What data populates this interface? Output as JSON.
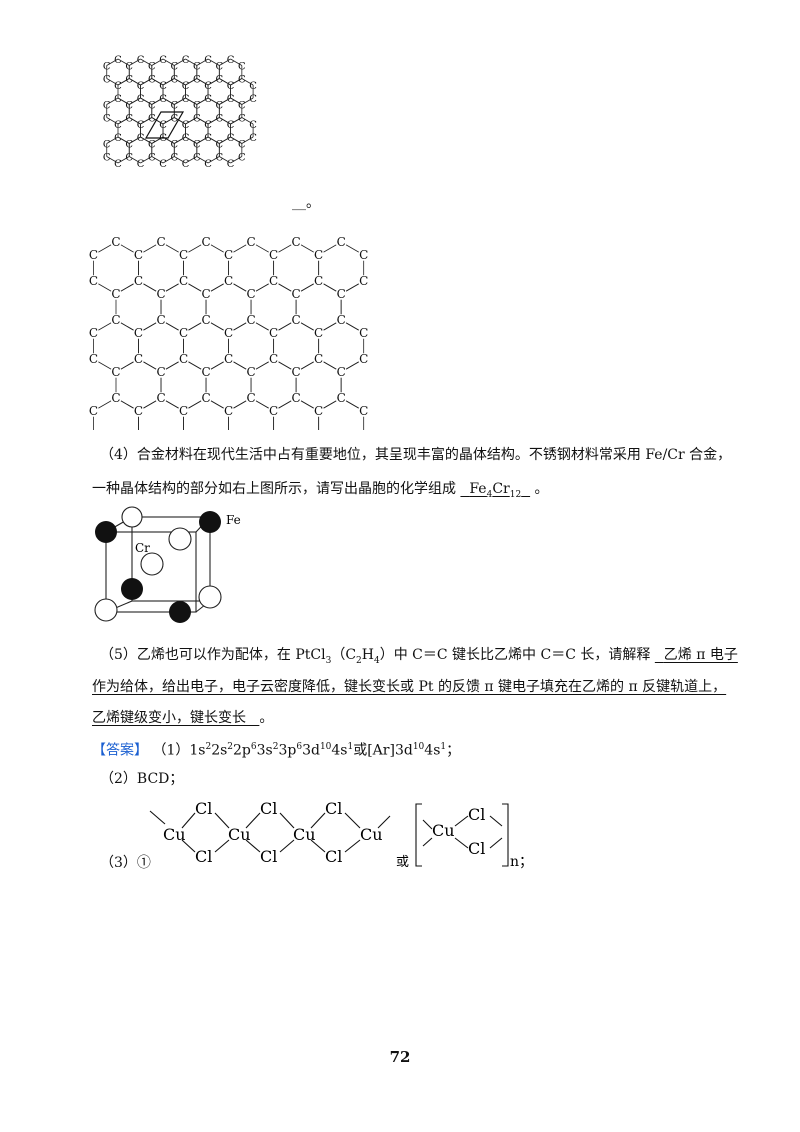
{
  "lattice1": {
    "atom": "C",
    "tail": "__。"
  },
  "lattice2": {
    "atom": "C"
  },
  "q4": {
    "line1": "（4）合金材料在现代生活中占有重要地位，其呈现丰富的晶体结构。不锈钢材料常采用 Fe/Cr 合金，",
    "line2_pre": "一种晶体结构的部分如右上图所示，请写出晶胞的化学组成",
    "answer_fe": "Fe",
    "answer_fe_sub": "4",
    "answer_cr": "Cr",
    "answer_cr_sub": "12",
    "end": "。"
  },
  "cell": {
    "fe_label": "Fe",
    "cr_label": "Cr"
  },
  "q5": {
    "l1_pre": "（5）乙烯也可以作为配体，在 PtCl",
    "l1_sub1": "3",
    "l1_mid1": "（C",
    "l1_sub2": "2",
    "l1_mid2": "H",
    "l1_sub3": "4",
    "l1_post": "）中 C＝C 键长比乙烯中 C＝C 长，请解释",
    "l1_ans": "乙烯 π 电子",
    "l2": "作为给体，给出电子，电子云密度降低，键长变长或 Pt 的反馈 π 键电子填充在乙烯的 π 反键轨道上，",
    "l3": "乙烯键级变小，键长变长",
    "l3_end": "。"
  },
  "answer": {
    "tag": "【答案】",
    "a1_pre": "（1）1s",
    "a1_or": "或[Ar]3d",
    "a1_end": "；",
    "a2": "（2）BCD；",
    "a3_pre": "（3）①",
    "or_text": "或",
    "n_text": "n；",
    "cu": "Cu",
    "cl": "Cl"
  },
  "page_number": "72"
}
